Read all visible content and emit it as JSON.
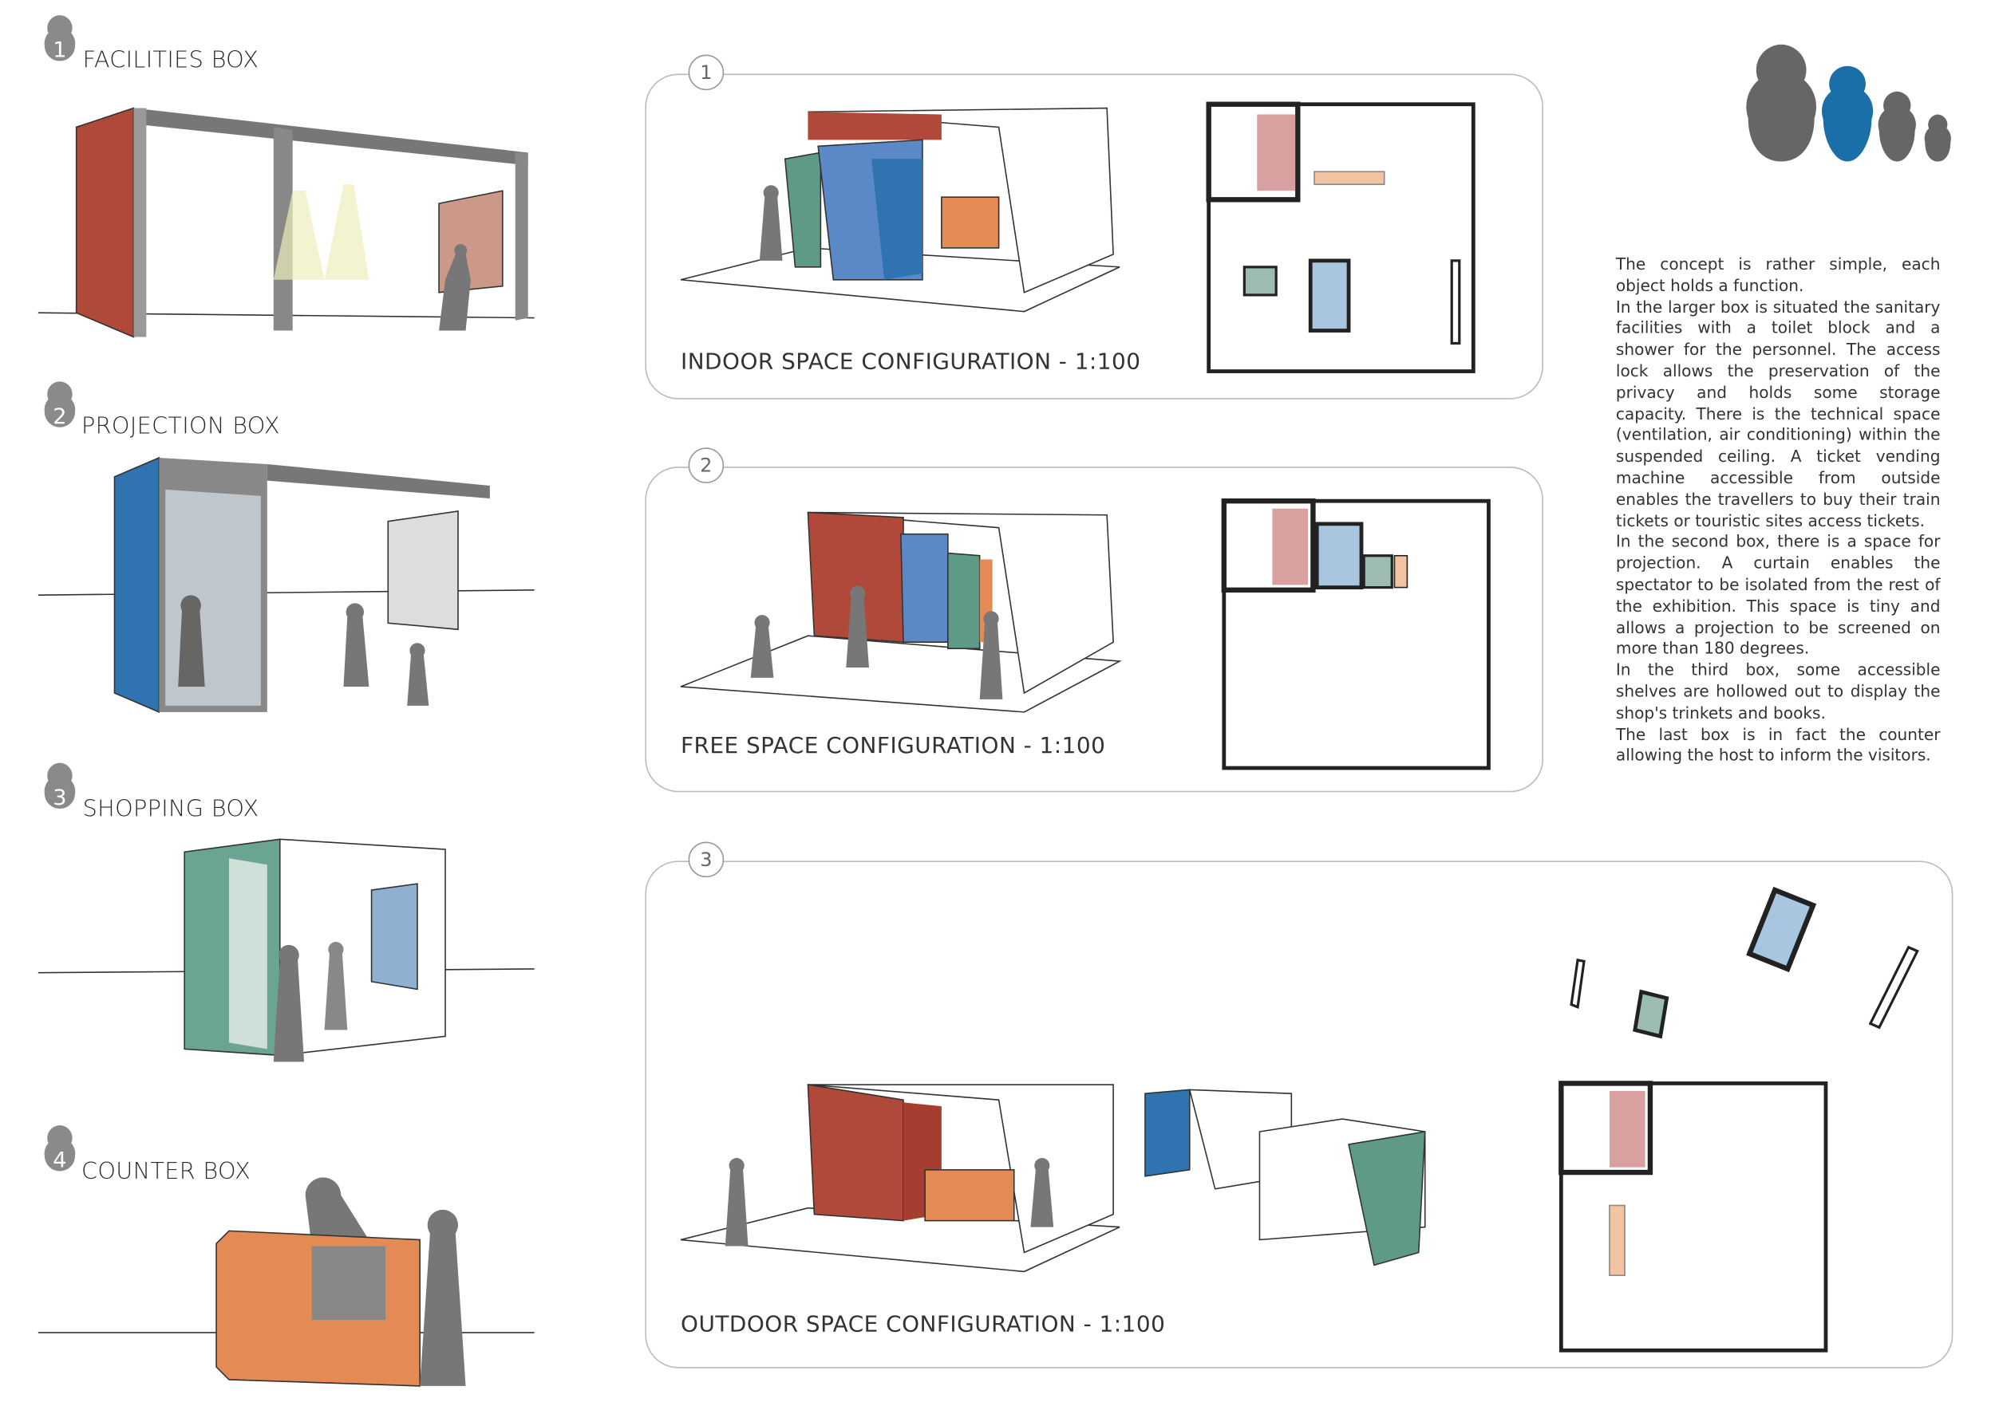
{
  "boxes": [
    {
      "number": "1",
      "label": "FACILITIES BOX"
    },
    {
      "number": "2",
      "label": "PROJECTION BOX"
    },
    {
      "number": "3",
      "label": "SHOPPING BOX"
    },
    {
      "number": "4",
      "label": "COUNTER BOX"
    }
  ],
  "configurations": [
    {
      "number": "1",
      "label": "INDOOR SPACE CONFIGURATION - 1:100"
    },
    {
      "number": "2",
      "label": "FREE SPACE CONFIGURATION - 1:100"
    },
    {
      "number": "3",
      "label": "OUTDOOR SPACE CONFIGURATION - 1:100"
    }
  ],
  "description": [
    "The concept is rather simple, each object holds a function.",
    "In the larger box is situated the sanitary facilities with a toilet block and a shower for the personnel. The access lock allows the preservation of the privacy and holds some storage capacity. There is the technical space (ventilation, air conditioning) within the suspended ceiling. A ticket vending machine accessible from outside enables the travellers to buy their train tickets or touristic sites access tickets.",
    "In the second box, there is a space for projection. A curtain enables the spectator to be isolated from the rest of the exhibition. This space is tiny and allows a projection to be screened on more than 180 degrees.",
    "In the third box, some accessible shelves are hollowed out to display the shop's trinkets and books.",
    "The last box is in fact the counter allowing the host to inform the visitors."
  ],
  "colors": {
    "red": "#b0493a",
    "blue": "#2f74b0",
    "green": "#5e9a86",
    "orange": "#e48a55",
    "grey": "#666666",
    "doll_blue": "#1a6fa8"
  }
}
